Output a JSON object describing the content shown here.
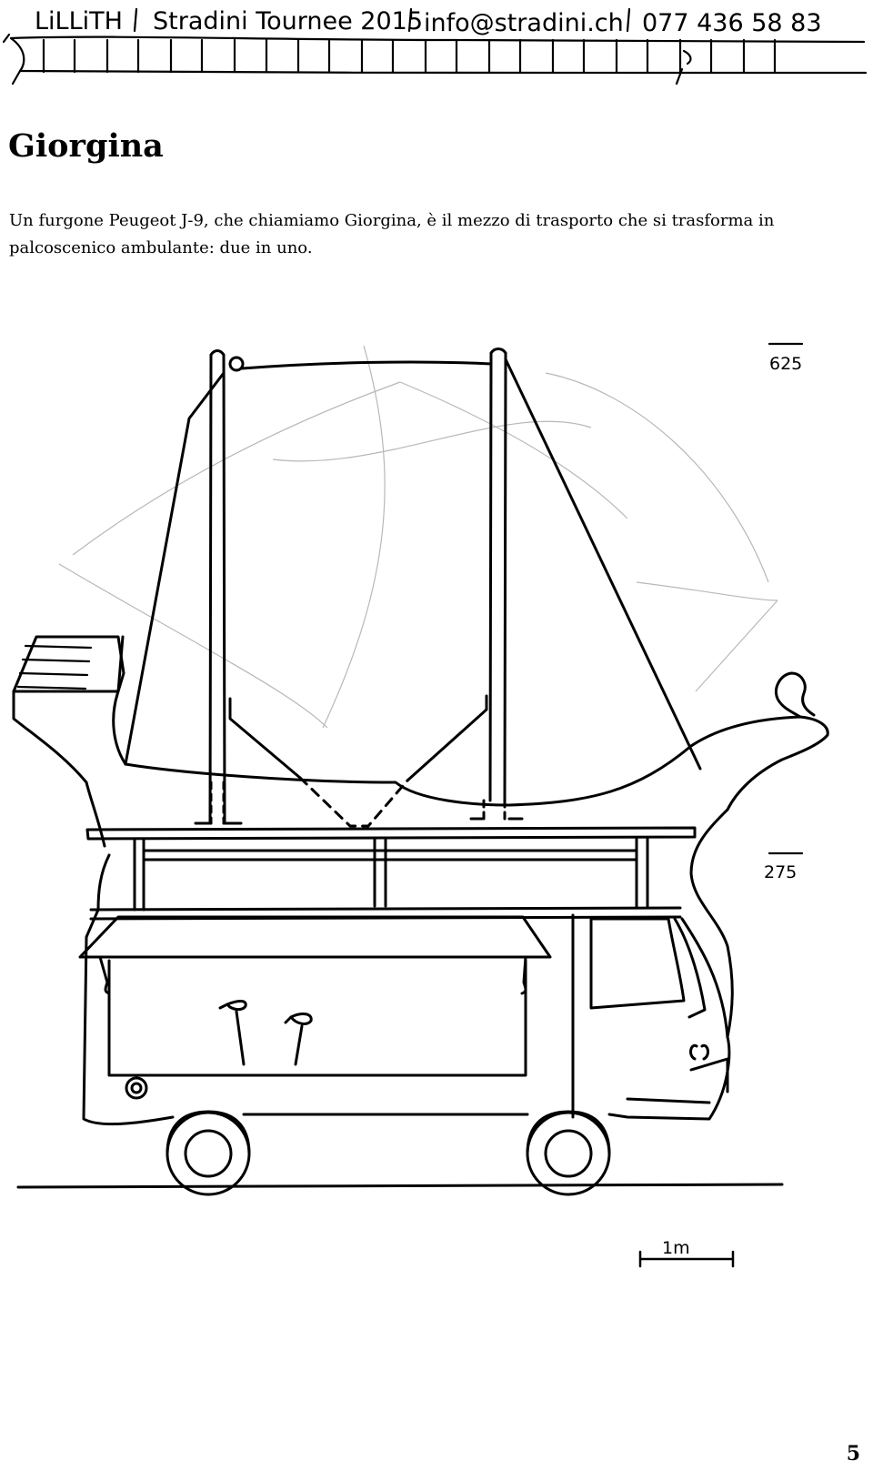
{
  "header": {
    "company": "LiLLiTH",
    "tour": "Stradini Tournee 2015",
    "email": "info@stradini.ch",
    "phone": "077 436 58 83"
  },
  "page": {
    "title": "Giorgina",
    "intro": "Un furgone Peugeot J-9, che chiamiamo Giorgina, è il mezzo di trasporto che si trasforma in palcoscenico ambulante: due in uno.",
    "page_number": "5"
  },
  "drawing": {
    "height_top_label": "625",
    "height_mid_label": "275",
    "scale_label": "1m"
  }
}
